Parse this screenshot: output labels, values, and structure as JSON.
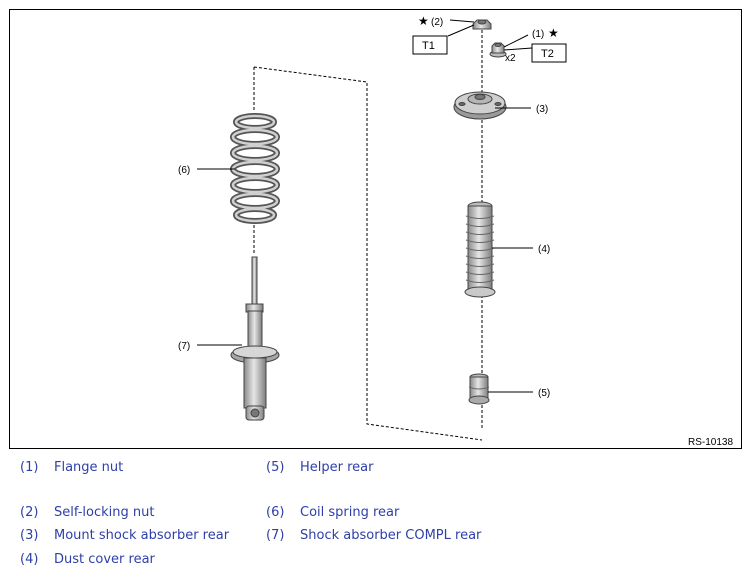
{
  "figure": {
    "id": "RS-10138",
    "callouts": {
      "c1": "(1)",
      "c2": "(2)",
      "c3": "(3)",
      "c4": "(4)",
      "c5": "(5)",
      "c6": "(6)",
      "c7": "(7)"
    },
    "torque_1": "T1",
    "torque_2": "T2",
    "quantity": "x2",
    "star": "★"
  },
  "legend": [
    {
      "num": "(1)",
      "text": "Flange nut"
    },
    {
      "num": "(2)",
      "text": "Self-locking nut"
    },
    {
      "num": "(3)",
      "text": "Mount shock absorber rear"
    },
    {
      "num": "(4)",
      "text": "Dust cover rear"
    },
    {
      "num": "(5)",
      "text": "Helper rear"
    },
    {
      "num": "(6)",
      "text": "Coil spring rear"
    },
    {
      "num": "(7)",
      "text": "Shock absorber COMPL rear"
    }
  ],
  "colors": {
    "part_fill": "#c9c9c9",
    "part_dark": "#8c8c8c",
    "legend_text": "#2e3fa8"
  }
}
